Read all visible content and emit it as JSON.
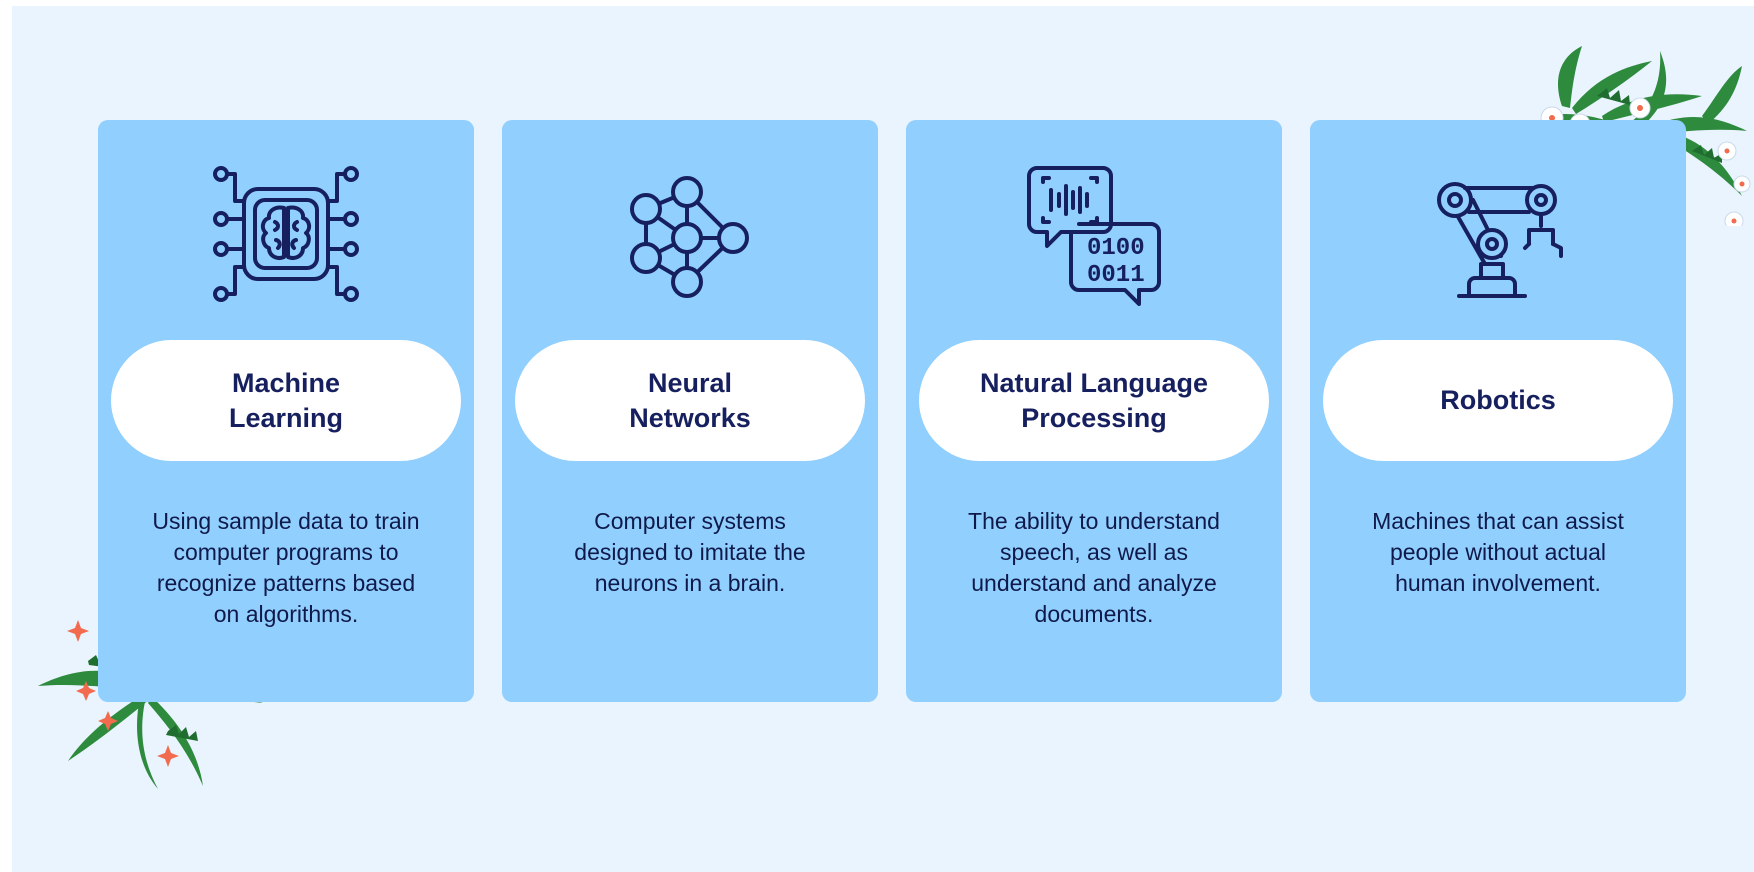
{
  "cards": [
    {
      "title": "Machine\nLearning",
      "description": "Using sample data to train\ncomputer programs to\nrecognize patterns based\non algorithms.",
      "icon": "brain-chip-icon"
    },
    {
      "title": "Neural\nNetworks",
      "description": "Computer systems\ndesigned to imitate the\nneurons in a brain.",
      "icon": "neural-network-icon"
    },
    {
      "title": "Natural Language\nProcessing",
      "description": "The ability to understand\nspeech, as well as\nunderstand and analyze\ndocuments.",
      "icon": "speech-binary-icon",
      "binary_top": "0100",
      "binary_bottom": "0011"
    },
    {
      "title": "Robotics",
      "description": "Machines that can assist\npeople without actual\nhuman involvement.",
      "icon": "robotic-arm-icon"
    }
  ],
  "colors": {
    "background": "#eaf4fe",
    "card": "#90cffe",
    "pill": "#ffffff",
    "title_text": "#17205e",
    "body_text": "#101a4a",
    "icon_stroke": "#17205e",
    "leaf": "#2e8b3e",
    "flower_orange": "#f26b4f",
    "flower_white": "#ffffff"
  }
}
